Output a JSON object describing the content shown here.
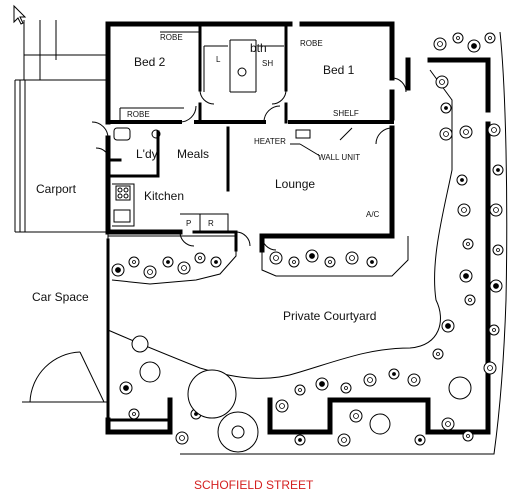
{
  "rooms": {
    "bed2": "Bed 2",
    "bed1": "Bed 1",
    "laundry": "L'dy",
    "meals": "Meals",
    "kitchen": "Kitchen",
    "lounge": "Lounge",
    "carport": "Carport",
    "car_space": "Car Space",
    "courtyard": "Private Courtyard"
  },
  "fixtures": {
    "robe_bed2_top": "ROBE",
    "robe_bed2_bottom": "ROBE",
    "robe_bed1": "ROBE",
    "bath": "bth",
    "shelf": "SHELF",
    "heater": "HEATER",
    "wall_unit": "WALL UNIT",
    "ac": "A/C",
    "pantry": "P",
    "fridge": "R",
    "shower": "SH",
    "linen": "L"
  },
  "street": "SCHOFIELD STREET",
  "colors": {
    "street_text": "#d42020",
    "ink": "#000000",
    "paper": "#ffffff"
  }
}
